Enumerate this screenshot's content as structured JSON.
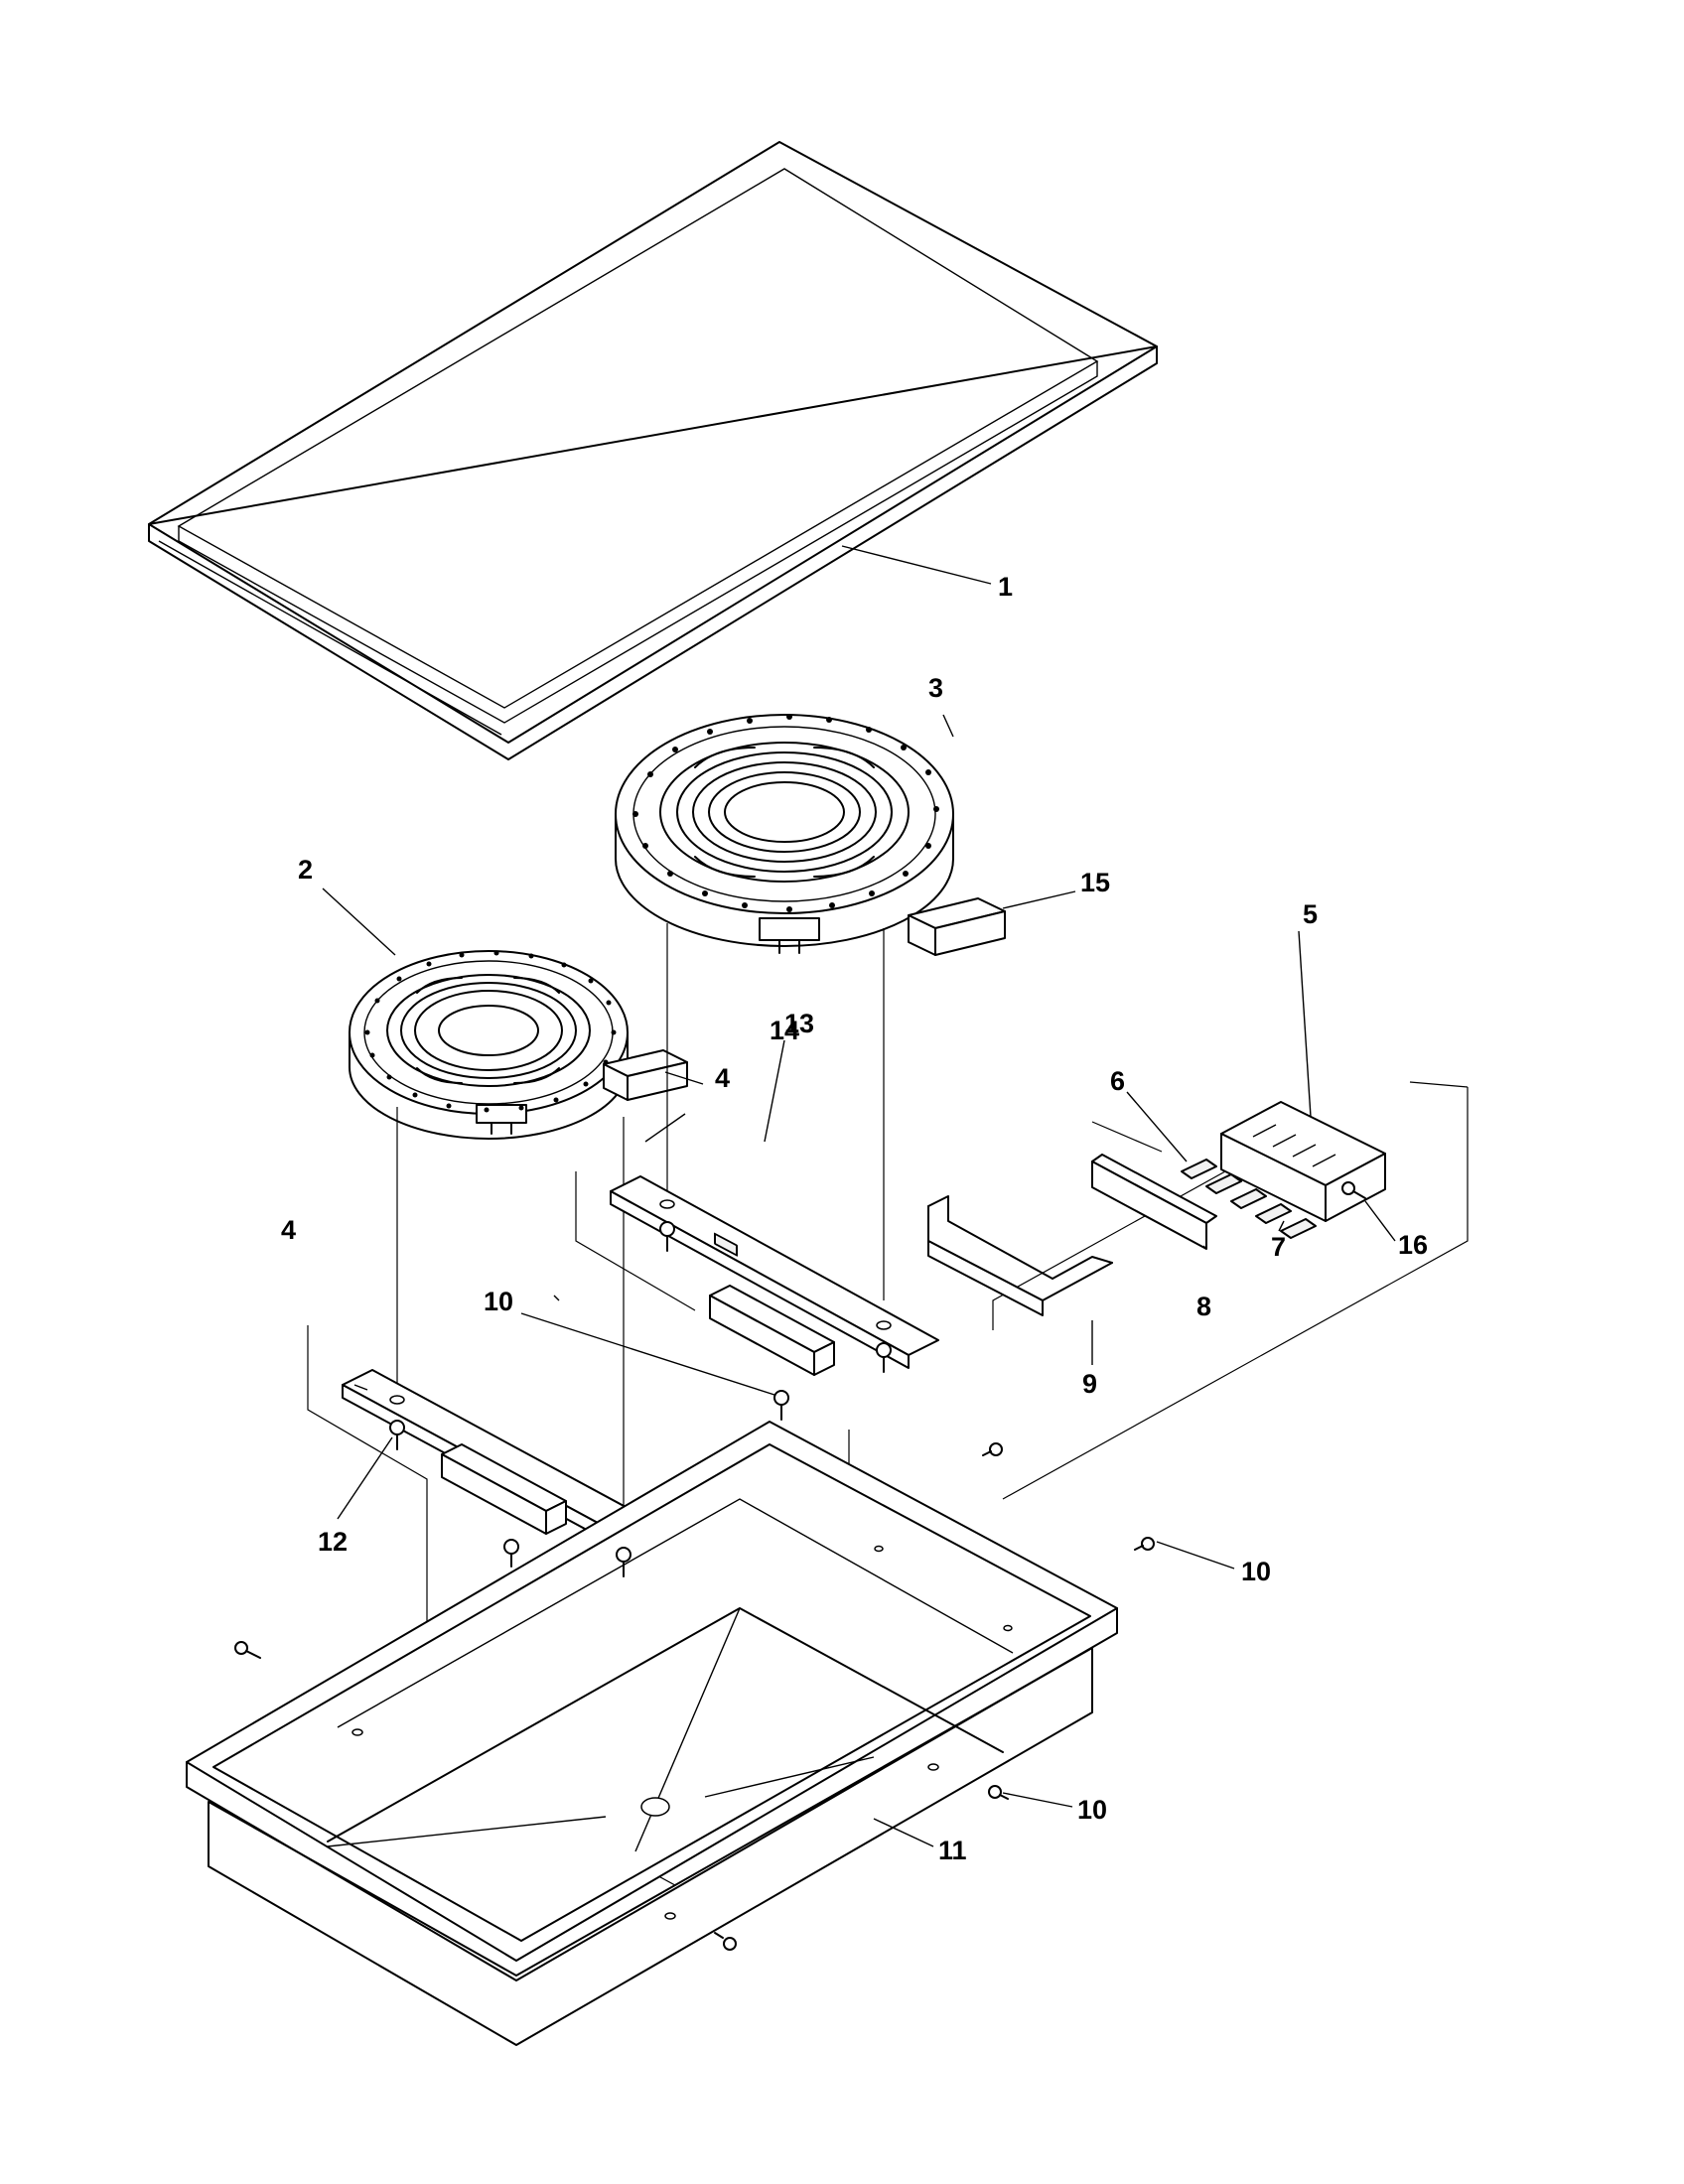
{
  "diagram": {
    "callouts": [
      {
        "id": "1",
        "text": "1"
      },
      {
        "id": "2",
        "text": "2"
      },
      {
        "id": "3",
        "text": "3"
      },
      {
        "id": "4a",
        "text": "4"
      },
      {
        "id": "4b",
        "text": "4"
      },
      {
        "id": "5",
        "text": "5"
      },
      {
        "id": "6",
        "text": "6"
      },
      {
        "id": "7",
        "text": "7"
      },
      {
        "id": "8",
        "text": "8"
      },
      {
        "id": "9",
        "text": "9"
      },
      {
        "id": "10a",
        "text": "10"
      },
      {
        "id": "10b",
        "text": "10"
      },
      {
        "id": "10c",
        "text": "10"
      },
      {
        "id": "11",
        "text": "11"
      },
      {
        "id": "12",
        "text": "12"
      },
      {
        "id": "13",
        "text": "13"
      },
      {
        "id": "14",
        "text": "14"
      },
      {
        "id": "15",
        "text": "15"
      },
      {
        "id": "16",
        "text": "16"
      }
    ]
  }
}
